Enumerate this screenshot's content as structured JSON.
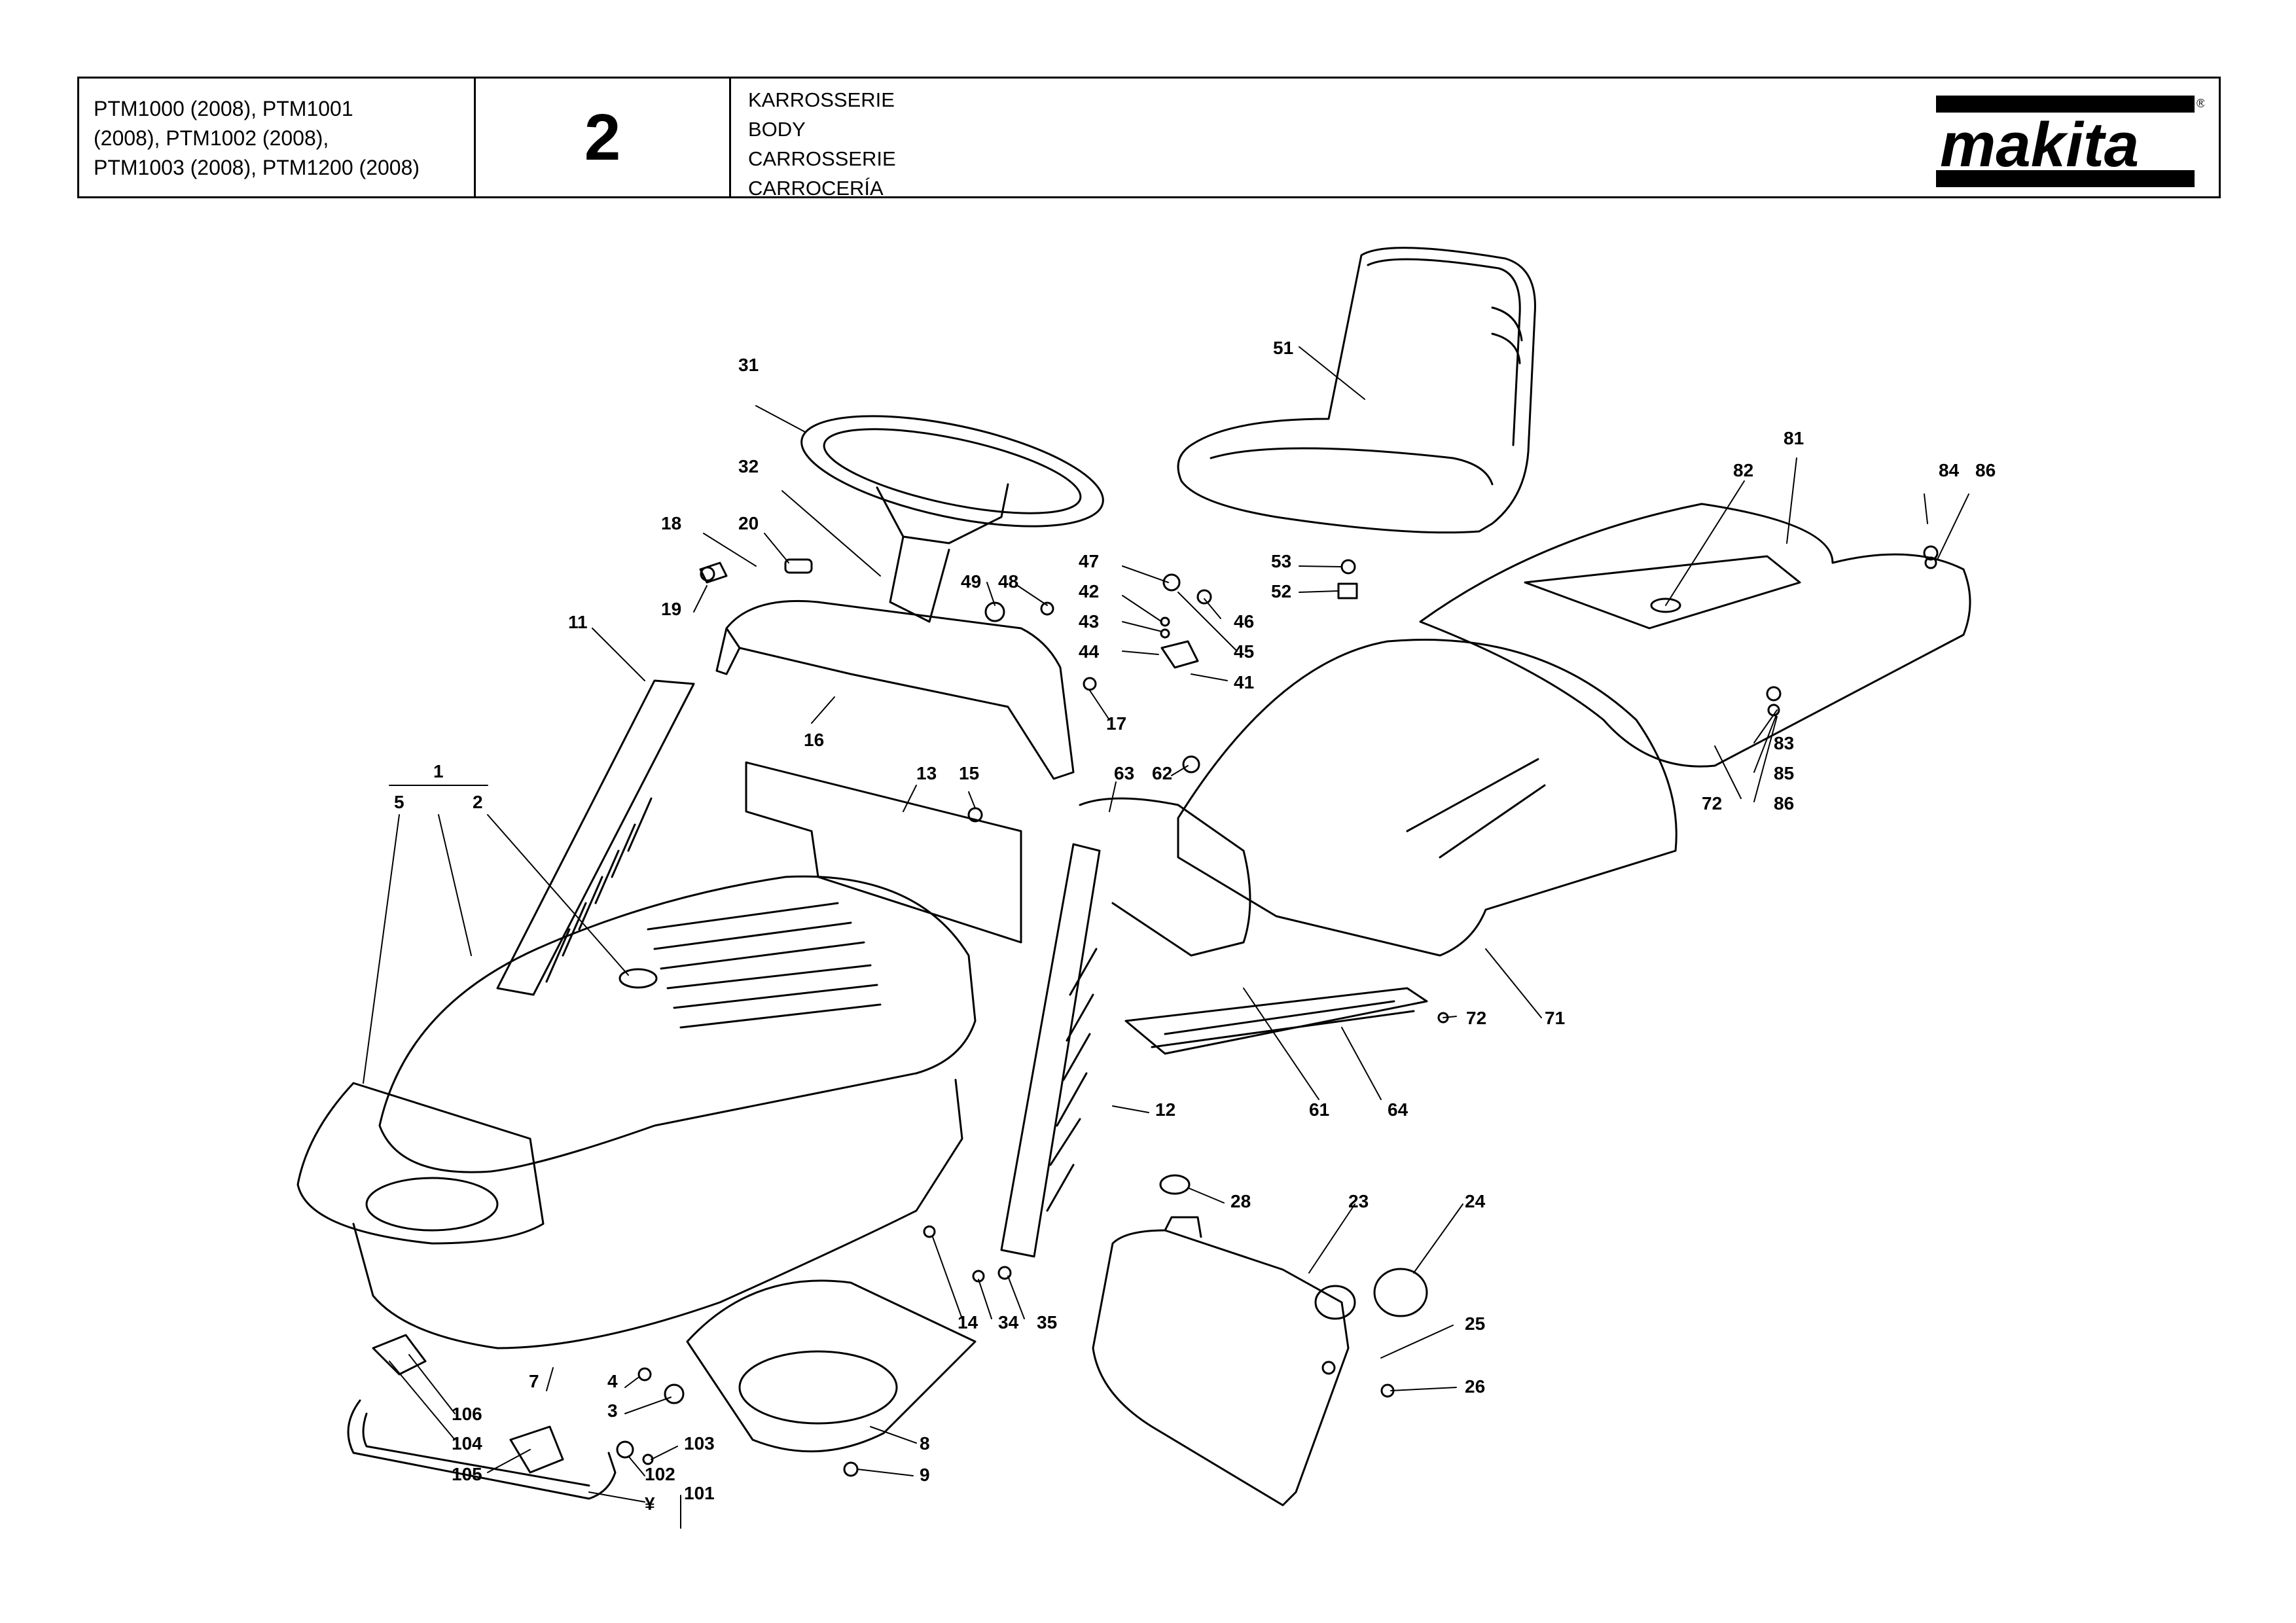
{
  "header": {
    "models": [
      "PTM1000 (2008), PTM1001",
      "(2008), PTM1002 (2008),",
      "PTM1003 (2008), PTM1200 (2008)"
    ],
    "page_number": "2",
    "section_titles": [
      "KARROSSERIE",
      "BODY",
      "CARROSSERIE",
      "CARROCERÍA"
    ],
    "brand": "makita",
    "registered_mark": "®"
  },
  "callouts": [
    {
      "id": "c51",
      "text": "51"
    },
    {
      "id": "c81",
      "text": "81"
    },
    {
      "id": "c82",
      "text": "82"
    },
    {
      "id": "c84",
      "text": "84"
    },
    {
      "id": "c86a",
      "text": "86"
    },
    {
      "id": "c31",
      "text": "31"
    },
    {
      "id": "c32",
      "text": "32"
    },
    {
      "id": "c18",
      "text": "18"
    },
    {
      "id": "c20",
      "text": "20"
    },
    {
      "id": "c19",
      "text": "19"
    },
    {
      "id": "c47",
      "text": "47"
    },
    {
      "id": "c42",
      "text": "42"
    },
    {
      "id": "c43",
      "text": "43"
    },
    {
      "id": "c44",
      "text": "44"
    },
    {
      "id": "c46",
      "text": "46"
    },
    {
      "id": "c45",
      "text": "45"
    },
    {
      "id": "c41",
      "text": "41"
    },
    {
      "id": "c53",
      "text": "53"
    },
    {
      "id": "c52",
      "text": "52"
    },
    {
      "id": "c49",
      "text": "49"
    },
    {
      "id": "c48",
      "text": "48"
    },
    {
      "id": "c11",
      "text": "11"
    },
    {
      "id": "c16",
      "text": "16"
    },
    {
      "id": "c17",
      "text": "17"
    },
    {
      "id": "c83",
      "text": "83"
    },
    {
      "id": "c85",
      "text": "85"
    },
    {
      "id": "c86b",
      "text": "86"
    },
    {
      "id": "c1",
      "text": "1"
    },
    {
      "id": "c5",
      "text": "5"
    },
    {
      "id": "c2",
      "text": "2"
    },
    {
      "id": "c13",
      "text": "13"
    },
    {
      "id": "c15",
      "text": "15"
    },
    {
      "id": "c63",
      "text": "63"
    },
    {
      "id": "c62",
      "text": "62"
    },
    {
      "id": "c72a",
      "text": "72"
    },
    {
      "id": "c72b",
      "text": "72"
    },
    {
      "id": "c71",
      "text": "71"
    },
    {
      "id": "c61",
      "text": "61"
    },
    {
      "id": "c64",
      "text": "64"
    },
    {
      "id": "c12",
      "text": "12"
    },
    {
      "id": "c28",
      "text": "28"
    },
    {
      "id": "c23",
      "text": "23"
    },
    {
      "id": "c24",
      "text": "24"
    },
    {
      "id": "c25",
      "text": "25"
    },
    {
      "id": "c26",
      "text": "26"
    },
    {
      "id": "c14",
      "text": "14"
    },
    {
      "id": "c34",
      "text": "34"
    },
    {
      "id": "c35",
      "text": "35"
    },
    {
      "id": "c7",
      "text": "7"
    },
    {
      "id": "c4",
      "text": "4"
    },
    {
      "id": "c3",
      "text": "3"
    },
    {
      "id": "c106",
      "text": "106"
    },
    {
      "id": "c104",
      "text": "104"
    },
    {
      "id": "c105",
      "text": "105"
    },
    {
      "id": "c103",
      "text": "103"
    },
    {
      "id": "c102",
      "text": "102"
    },
    {
      "id": "c101",
      "text": "101"
    },
    {
      "id": "cyen",
      "text": "¥"
    },
    {
      "id": "c8",
      "text": "8"
    },
    {
      "id": "c9",
      "text": "9"
    }
  ]
}
